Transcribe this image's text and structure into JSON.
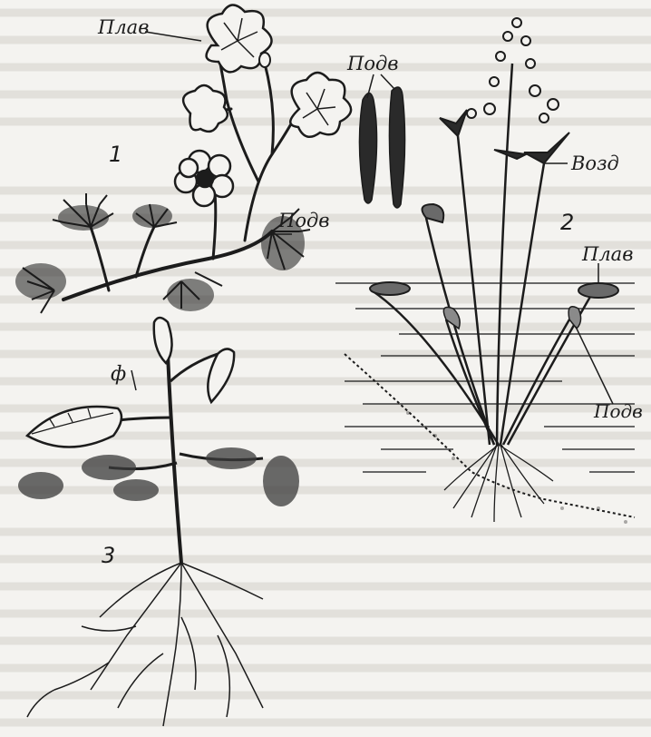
{
  "figure": {
    "plants": [
      {
        "number": "1",
        "labels": {
          "floating": "Плав",
          "submerged": "Подв",
          "submerged_leaves": "Подв"
        }
      },
      {
        "number": "2",
        "labels": {
          "aerial": "Возд",
          "floating": "Плав",
          "submerged": "Подв"
        }
      },
      {
        "number": "3",
        "labels": {
          "phi": "ф"
        }
      }
    ]
  },
  "colors": {
    "ink": "#1c1c1c",
    "paper": "#f4f3f0",
    "water_line": "#3a3a3a"
  }
}
